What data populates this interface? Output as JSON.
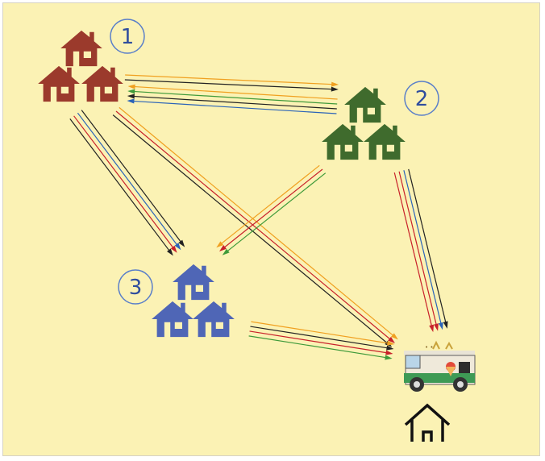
{
  "colors": {
    "background": "#fbf2b4",
    "border": "#d6d2c4",
    "cluster_1": "#9b3a2c",
    "cluster_2": "#3f6b2d",
    "cluster_3": "#4f66b6",
    "label_circle": "#5a7fc9",
    "arrow_orange": "#f0a020",
    "arrow_black": "#222222",
    "arrow_blue": "#2a63b8",
    "arrow_red": "#c8202a",
    "arrow_green": "#3f9a3a",
    "truck_green": "#3e9a55"
  },
  "clusters": [
    {
      "id": "1",
      "label": "1",
      "color_key": "cluster_1"
    },
    {
      "id": "2",
      "label": "2",
      "color_key": "cluster_2"
    },
    {
      "id": "3",
      "label": "3",
      "color_key": "cluster_3"
    }
  ],
  "depot": {
    "icons": [
      "ice-cream-truck-icon",
      "home-outline-icon"
    ]
  },
  "routes": [
    {
      "from": "1",
      "to": "2",
      "colors": [
        "orange",
        "black"
      ]
    },
    {
      "from": "2",
      "to": "1",
      "colors": [
        "blue",
        "black",
        "green",
        "orange"
      ]
    },
    {
      "from": "1",
      "to": "3",
      "colors": [
        "black",
        "blue",
        "red",
        "black"
      ]
    },
    {
      "from": "1",
      "to": "depot",
      "colors": [
        "orange",
        "red",
        "black"
      ]
    },
    {
      "from": "2",
      "to": "3",
      "colors": [
        "green",
        "red",
        "orange"
      ]
    },
    {
      "from": "2",
      "to": "depot",
      "colors": [
        "black",
        "blue",
        "red",
        "red"
      ]
    },
    {
      "from": "3",
      "to": "depot",
      "colors": [
        "orange",
        "black",
        "red",
        "green"
      ]
    }
  ]
}
